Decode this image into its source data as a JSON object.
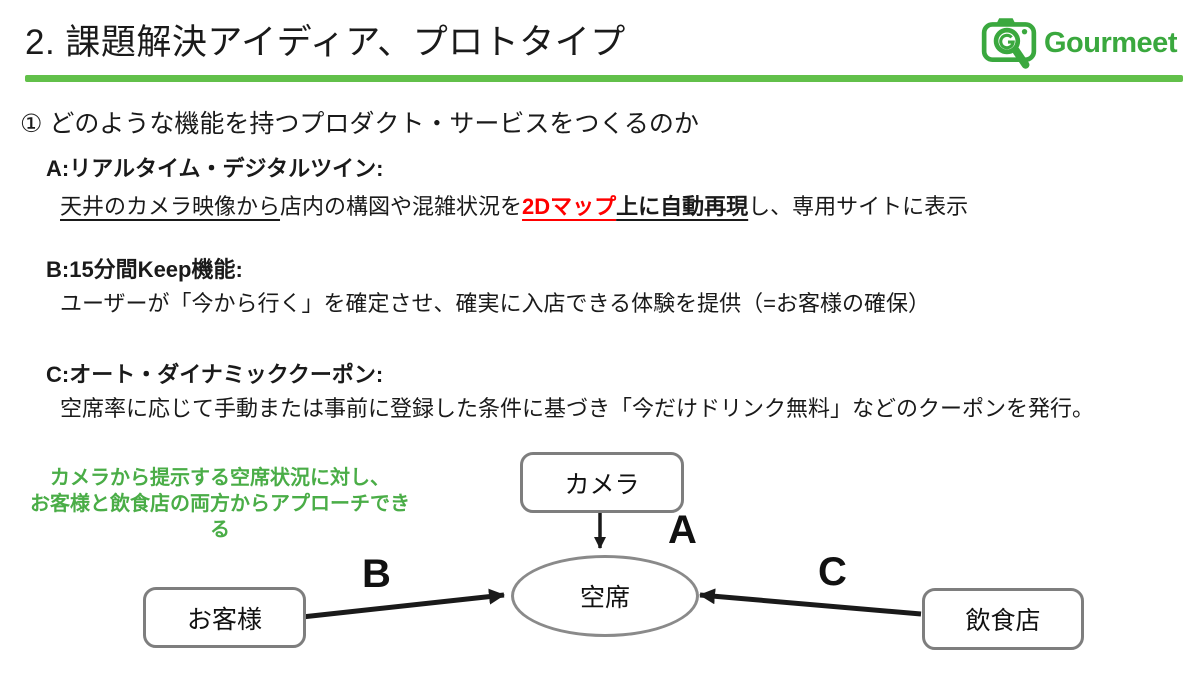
{
  "header": {
    "title": "2. 課題解決アイディア、プロトタイプ",
    "logo_text": "Gourmeet"
  },
  "colors": {
    "brand_green": "#3aa83e",
    "divider_green": "#62c04a",
    "annotation_green": "#4aad47",
    "highlight_red": "#ff0000",
    "ink": "#1a1a1a",
    "node_border": "#7e7e7e"
  },
  "question": "① どのような機能を持つプロダクト・サービスをつくるのか",
  "features": {
    "a": {
      "heading": "A:リアルタイム・デジタルツイン:",
      "desc": {
        "underlined": "天井のカメラ映像から",
        "plain1": "店内の構図や混雑状況を",
        "red_bold_underlined": "2Dマップ",
        "bold_underlined": "上に自動再現",
        "plain2": "し、専用サイトに表示"
      }
    },
    "b": {
      "heading": "B:15分間Keep機能:",
      "desc": "ユーザーが「今から行く」を確定させ、確実に入店できる体験を提供（=お客様の確保）"
    },
    "c": {
      "heading": "C:オート・ダイナミッククーポン:",
      "desc": "空席率に応じて手動または事前に登録した条件に基づき「今だけドリンク無料」などのクーポンを発行。"
    }
  },
  "annotation": {
    "line1": "カメラから提示する空席状況に対し、",
    "line2": "お客様と飲食店の両方からアプローチできる"
  },
  "diagram": {
    "nodes": {
      "camera": "カメラ",
      "vacancy": "空席",
      "customer": "お客様",
      "restaurant": "飲食店"
    },
    "labels": {
      "a": "A",
      "b": "B",
      "c": "C"
    }
  }
}
